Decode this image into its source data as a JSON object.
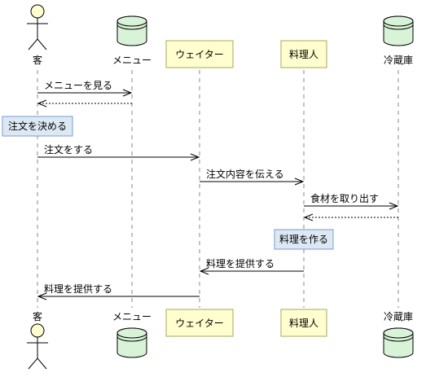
{
  "participants": [
    {
      "id": "customer",
      "label": "客",
      "kind": "actor"
    },
    {
      "id": "menu",
      "label": "メニュー",
      "kind": "database"
    },
    {
      "id": "waiter",
      "label": "ウェイター",
      "kind": "participant"
    },
    {
      "id": "cook",
      "label": "料理人",
      "kind": "participant"
    },
    {
      "id": "fridge",
      "label": "冷蔵庫",
      "kind": "database"
    }
  ],
  "events": [
    {
      "type": "message",
      "from": "customer",
      "to": "menu",
      "label": "メニューを見る",
      "style": "solid"
    },
    {
      "type": "message",
      "from": "menu",
      "to": "customer",
      "label": "",
      "style": "dashed"
    },
    {
      "type": "note",
      "over": "customer",
      "text": "注文を決める"
    },
    {
      "type": "message",
      "from": "customer",
      "to": "waiter",
      "label": "注文をする",
      "style": "solid"
    },
    {
      "type": "message",
      "from": "waiter",
      "to": "cook",
      "label": "注文内容を伝える",
      "style": "solid"
    },
    {
      "type": "message",
      "from": "cook",
      "to": "fridge",
      "label": "食材を取り出す",
      "style": "solid"
    },
    {
      "type": "message",
      "from": "fridge",
      "to": "cook",
      "label": "",
      "style": "dashed"
    },
    {
      "type": "note",
      "over": "cook",
      "text": "料理を作る"
    },
    {
      "type": "message",
      "from": "cook",
      "to": "waiter",
      "label": "料理を提供する",
      "style": "solid"
    },
    {
      "type": "message",
      "from": "waiter",
      "to": "customer",
      "label": "料理を提供する",
      "style": "solid"
    }
  ]
}
